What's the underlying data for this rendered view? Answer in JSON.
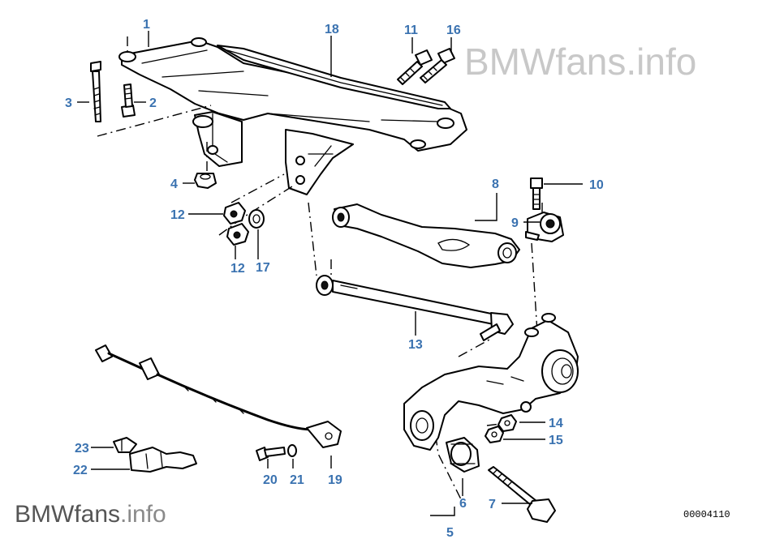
{
  "watermark": {
    "brand": "BMWfans",
    "suffix": ".info"
  },
  "diagram_ref": "00004110",
  "callouts": {
    "c1": "1",
    "c2": "2",
    "c3": "3",
    "c4": "4",
    "c5": "5",
    "c6": "6",
    "c7": "7",
    "c8": "8",
    "c9": "9",
    "c10": "10",
    "c11": "11",
    "c12a": "12",
    "c12b": "12",
    "c13": "13",
    "c14": "14",
    "c15": "15",
    "c16": "16",
    "c17": "17",
    "c18": "18",
    "c19": "19",
    "c20": "20",
    "c21": "21",
    "c22": "22",
    "c23": "23"
  },
  "colors": {
    "callout": "#3a72b0",
    "watermark_light": "#c8c8c8",
    "watermark_dark": "#6e6e6e"
  }
}
